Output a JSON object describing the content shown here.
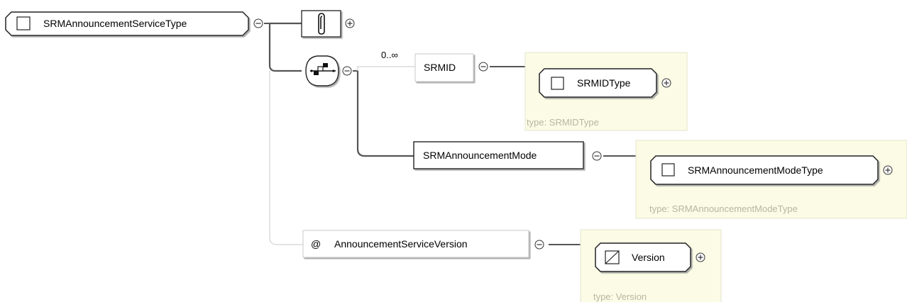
{
  "root": {
    "label": "SRMAnnouncementServiceType",
    "icon": "complex-type-icon",
    "toggle": "collapse-icon"
  },
  "annotation": {
    "icon": "annotation-paperclip-icon",
    "toggle": "expand-icon"
  },
  "sequence": {
    "icon": "sequence-compositor-icon",
    "toggle": "collapse-icon"
  },
  "elements": [
    {
      "label": "SRMID",
      "occurrence": "0..∞",
      "toggle": "collapse-icon",
      "type_box": {
        "label": "SRMIDType",
        "caption": "type: SRMIDType",
        "icon": "complex-type-icon",
        "toggle": "expand-icon"
      }
    },
    {
      "label": "SRMAnnouncementMode",
      "toggle": "collapse-icon",
      "type_box": {
        "label": "SRMAnnouncementModeType",
        "caption": "type: SRMAnnouncementModeType",
        "icon": "complex-type-icon",
        "toggle": "expand-icon"
      }
    }
  ],
  "attribute": {
    "prefix": "@",
    "label": "AnnouncementServiceVersion",
    "toggle": "collapse-icon",
    "type_box": {
      "label": "Version",
      "caption": "type: Version",
      "icon": "simple-type-icon",
      "toggle": "expand-icon"
    }
  },
  "colors": {
    "type_panel_bg": "#fbfbe6",
    "type_panel_border": "#e6e6cc",
    "connector": "#555555",
    "optional_connector": "#c8c8c8",
    "caption": "#b8b8a0"
  }
}
